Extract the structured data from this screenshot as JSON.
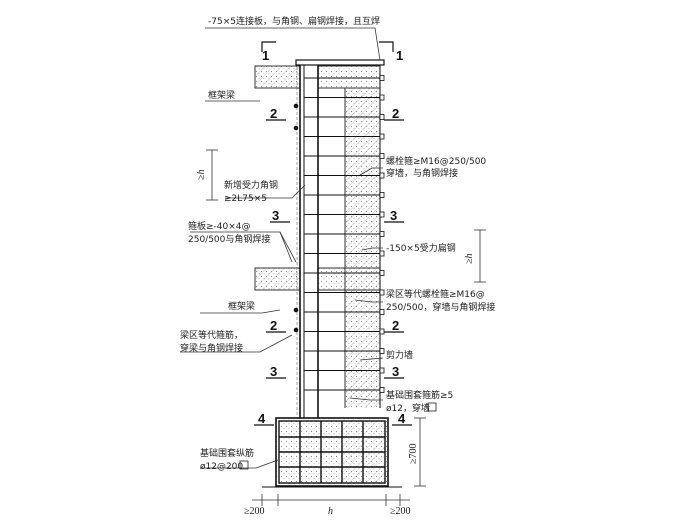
{
  "drawing": {
    "labels": {
      "top_plate": "-75×5连接板，与角钢、扁钢焊接，且互焊",
      "frame_beam_top": "框架梁",
      "bolt_hoop": "螺栓箍≥M16@250/500",
      "bolt_hoop_2": "穿墙，与角钢焊接",
      "new_angle": "新增受力角钢",
      "new_angle_2": "≥2L75×5",
      "stirrup_plate": "箍板≥-40×4@",
      "stirrup_plate_2": "250/500与角钢焊接",
      "flat_steel": "-150×5受力扁钢",
      "beam_zone_bolt": "梁区等代螺栓箍≥M16@",
      "beam_zone_bolt_2": "250/500，穿墙与角钢焊接",
      "frame_beam_mid": "框架梁",
      "beam_zone_stirrup": "梁区等代箍筋，",
      "beam_zone_stirrup_2": "穿梁与角钢焊接",
      "shear_wall": "剪力墙",
      "base_hoop": "基础围套箍筋≥5",
      "base_hoop_2": "ø12，穿墙",
      "base_long": "基础围套纵筋",
      "base_long_2": "ø12@200"
    },
    "section_marks": {
      "s1_left": "1",
      "s1_right": "1",
      "s2a_left": "2",
      "s2a_right": "2",
      "s3a_left": "3",
      "s3a_right": "3",
      "s2b_left": "2",
      "s2b_right": "2",
      "s3b_left": "3",
      "s3b_right": "3",
      "s4_left": "4",
      "s4_right": "4"
    },
    "dimensions": {
      "h_left": "≥h",
      "h_right": "≥h",
      "h_bottom": "h",
      "d200_left": "≥200",
      "d200_right": "≥200",
      "d700": "≥700"
    }
  }
}
